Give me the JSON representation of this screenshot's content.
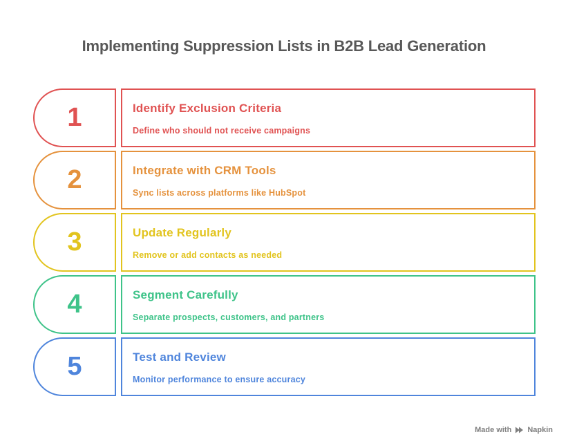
{
  "page": {
    "title": "Implementing Suppression Lists in B2B Lead Generation",
    "title_color": "#585858",
    "background_color": "#FFFFFF"
  },
  "steps": [
    {
      "number": "1",
      "title": "Identify Exclusion Criteria",
      "description": "Define who should not receive campaigns",
      "color": "#E05252"
    },
    {
      "number": "2",
      "title": "Integrate with CRM Tools",
      "description": "Sync lists across platforms like HubSpot",
      "color": "#E5923D"
    },
    {
      "number": "3",
      "title": "Update Regularly",
      "description": "Remove or add contacts as needed",
      "color": "#E2C41E"
    },
    {
      "number": "4",
      "title": "Segment Carefully",
      "description": "Separate prospects, customers, and partners",
      "color": "#3EC389"
    },
    {
      "number": "5",
      "title": "Test and Review",
      "description": "Monitor performance to ensure accuracy",
      "color": "#4F85DC"
    }
  ],
  "watermark": {
    "prefix": "Made with",
    "brand": "Napkin",
    "icon": "napkin-play-icon",
    "color": "#7F7F7F"
  }
}
